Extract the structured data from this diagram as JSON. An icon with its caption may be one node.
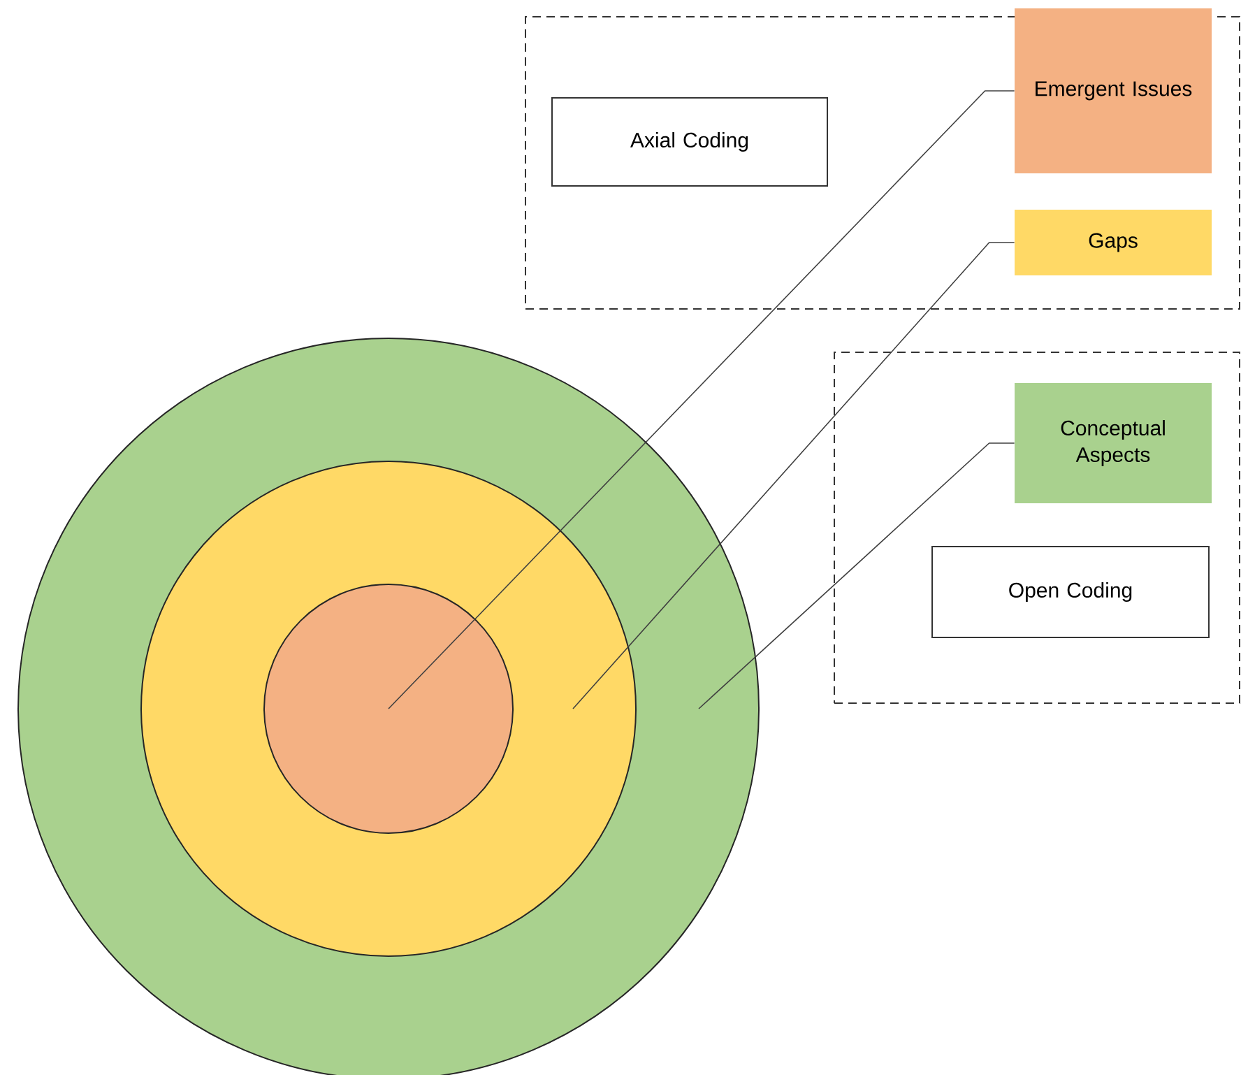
{
  "diagram": {
    "nodes": [
      {
        "text": [],
        "shape": "box"
      },
      {
        "text": [
          "Axial Coding"
        ],
        "in": 0
      },
      {
        "text": [
          "Emergent Issues"
        ],
        "in": 0
      },
      {
        "text": [
          "Gaps"
        ],
        "in": 0
      },
      {
        "text": [],
        "shape": "box"
      },
      {
        "text": [
          "Conceptual Aspects"
        ],
        "in": 4
      },
      {
        "text": [
          "Open Coding"
        ],
        "in": 4
      },
      {
        "text": [],
        "shape": "circle"
      },
      {
        "text": [],
        "shape": "circle",
        "in": 7
      },
      {
        "text": [],
        "shape": "circle",
        "in": 8
      }
    ],
    "edges": [
      {
        "from": 2,
        "to": 9,
        "arrow": "none"
      },
      {
        "from": 3,
        "to": 8,
        "arrow": "none"
      },
      {
        "from": 5,
        "to": 7,
        "arrow": "none"
      }
    ]
  }
}
